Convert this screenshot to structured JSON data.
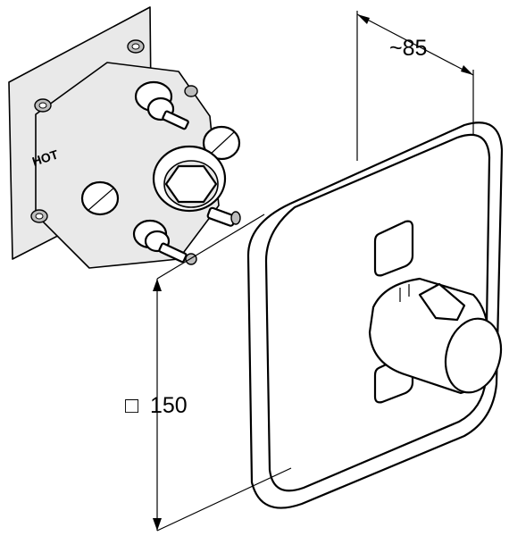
{
  "drawing": {
    "depth_label": "~85",
    "size_symbol": "□",
    "size_value": "150",
    "valve_marking": "HOT"
  },
  "colors": {
    "line": "#000000",
    "background": "#ffffff",
    "shade": "#e9e9e9"
  }
}
